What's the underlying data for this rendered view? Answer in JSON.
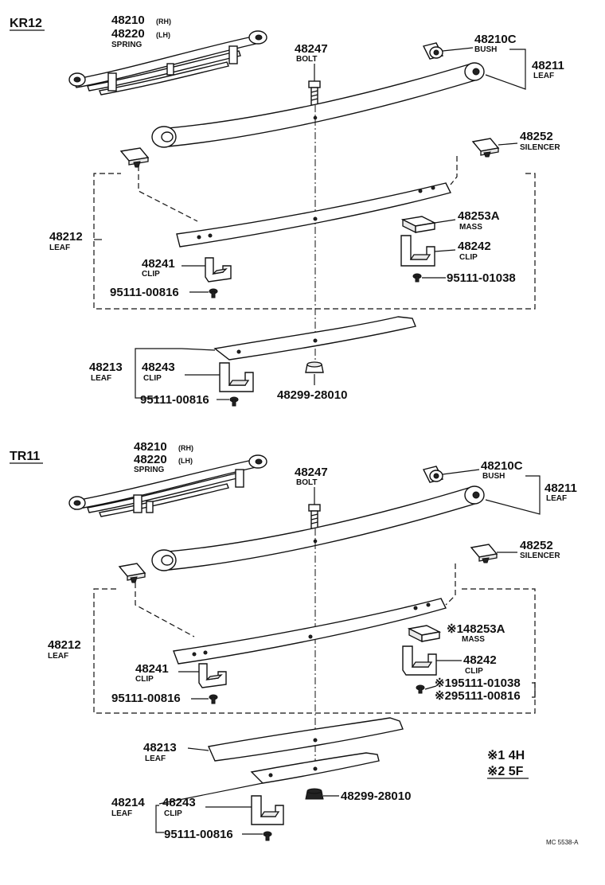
{
  "section_kr12": "KR12",
  "section_tr11": "TR11",
  "kr12": {
    "spring_rh": "48210",
    "spring_rh_suffix": "(RH)",
    "spring_lh": "48220",
    "spring_lh_suffix": "(LH)",
    "spring_name": "SPRING",
    "bolt_no": "48247",
    "bolt_name": "BOLT",
    "bush_no": "48210C",
    "bush_name": "BUSH",
    "leaf_main_no": "48211",
    "leaf_main_name": "LEAF",
    "silencer_no": "48252",
    "silencer_name": "SILENCER",
    "leaf2_no": "48212",
    "leaf2_name": "LEAF",
    "mass_no": "48253A",
    "mass_name": "MASS",
    "clip_right_no": "48242",
    "clip_right_name": "CLIP",
    "clip_left_no": "48241",
    "clip_left_name": "CLIP",
    "rivet_right": "95111-01038",
    "rivet_left": "95111-00816",
    "leaf3_no": "48213",
    "leaf3_name": "LEAF",
    "clip_bottom_no": "48243",
    "clip_bottom_name": "CLIP",
    "rivet_bottom": "95111-00816",
    "nut_no": "48299-28010"
  },
  "tr11": {
    "spring_rh": "48210",
    "spring_rh_suffix": "(RH)",
    "spring_lh": "48220",
    "spring_lh_suffix": "(LH)",
    "spring_name": "SPRING",
    "bolt_no": "48247",
    "bolt_name": "BOLT",
    "bush_no": "48210C",
    "bush_name": "BUSH",
    "leaf_main_no": "48211",
    "leaf_main_name": "LEAF",
    "silencer_no": "48252",
    "silencer_name": "SILENCER",
    "leaf2_no": "48212",
    "leaf2_name": "LEAF",
    "mass_no": "※148253A",
    "mass_name": "MASS",
    "clip_right_no": "48242",
    "clip_right_name": "CLIP",
    "clip_left_no": "48241",
    "clip_left_name": "CLIP",
    "rivet_right_1": "※195111-01038",
    "rivet_right_2": "※295111-00816",
    "rivet_left": "95111-00816",
    "leaf3_no": "48213",
    "leaf3_name": "LEAF",
    "leaf4_no": "48214",
    "leaf4_name": "LEAF",
    "clip_bottom_no": "48243",
    "clip_bottom_name": "CLIP",
    "rivet_bottom": "95111-00816",
    "nut_no": "48299-28010"
  },
  "notes": {
    "note1": "※1 4H",
    "note2": "※2 5F"
  },
  "drawing_code": "MC 5538-A"
}
